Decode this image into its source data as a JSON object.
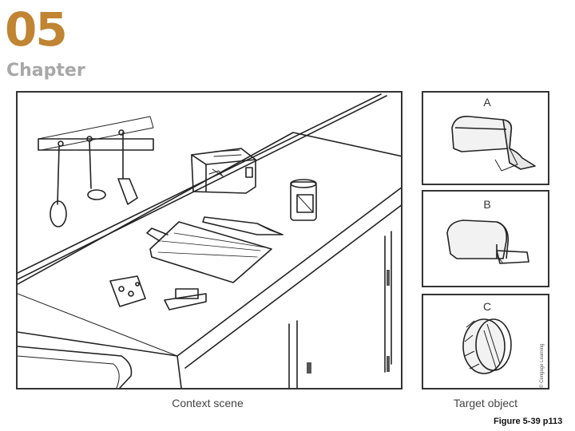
{
  "header": {
    "chapter_number": "05",
    "chapter_word": "Chapter"
  },
  "figure": {
    "context_caption": "Context scene",
    "target_caption": "Target object",
    "figure_ref": "Figure 5-39 p113",
    "copyright": "© Cengage Learning"
  },
  "targets": [
    {
      "label": "A",
      "object": "bread-loaf"
    },
    {
      "label": "B",
      "object": "mailbox"
    },
    {
      "label": "C",
      "object": "drum"
    }
  ]
}
